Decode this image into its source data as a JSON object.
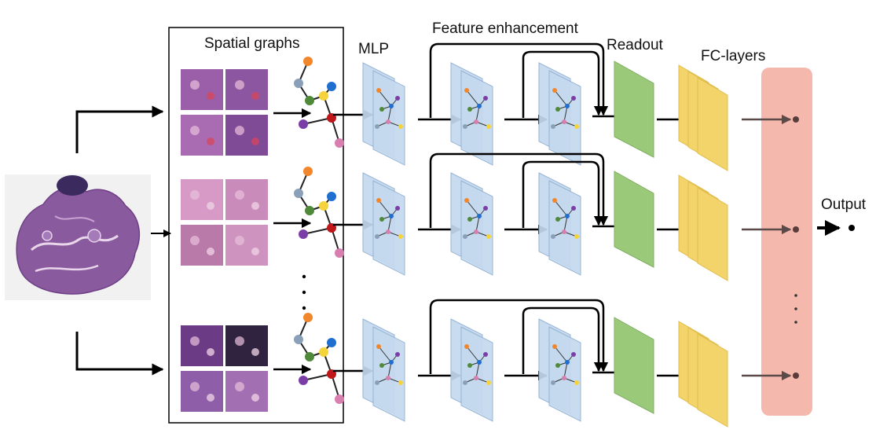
{
  "labels": {
    "spatial_graphs": "Spatial graphs",
    "mlp": "MLP",
    "feature_enhancement": "Feature enhancement",
    "readout": "Readout",
    "fc_layers": "FC-layers",
    "output": "Output"
  },
  "colors": {
    "graph_layer_fill": "#c5d9ee",
    "graph_layer_stroke": "#8fb0d3",
    "readout_fill": "#9bc97a",
    "fc_fill": "#f3d46b",
    "output_panel_fill": "#f5b8ad",
    "tissue": "#8a5a9e",
    "patch_purple": "#9a5fa8",
    "patch_pink": "#d59ac6",
    "node_gray": "#8aa0b8",
    "node_yellow": "#f5d33c",
    "node_green": "#4f8a3a",
    "node_red": "#c0181a",
    "node_purple": "#7a3ea6",
    "node_orange": "#f2862a",
    "node_blue": "#1f6fd1",
    "node_pink": "#d97fb0"
  },
  "rows": [
    {
      "name": "row-1",
      "patch_style": "purple-red"
    },
    {
      "name": "row-2",
      "patch_style": "pink"
    },
    {
      "name": "row-3",
      "patch_style": "dark-purple"
    }
  ]
}
